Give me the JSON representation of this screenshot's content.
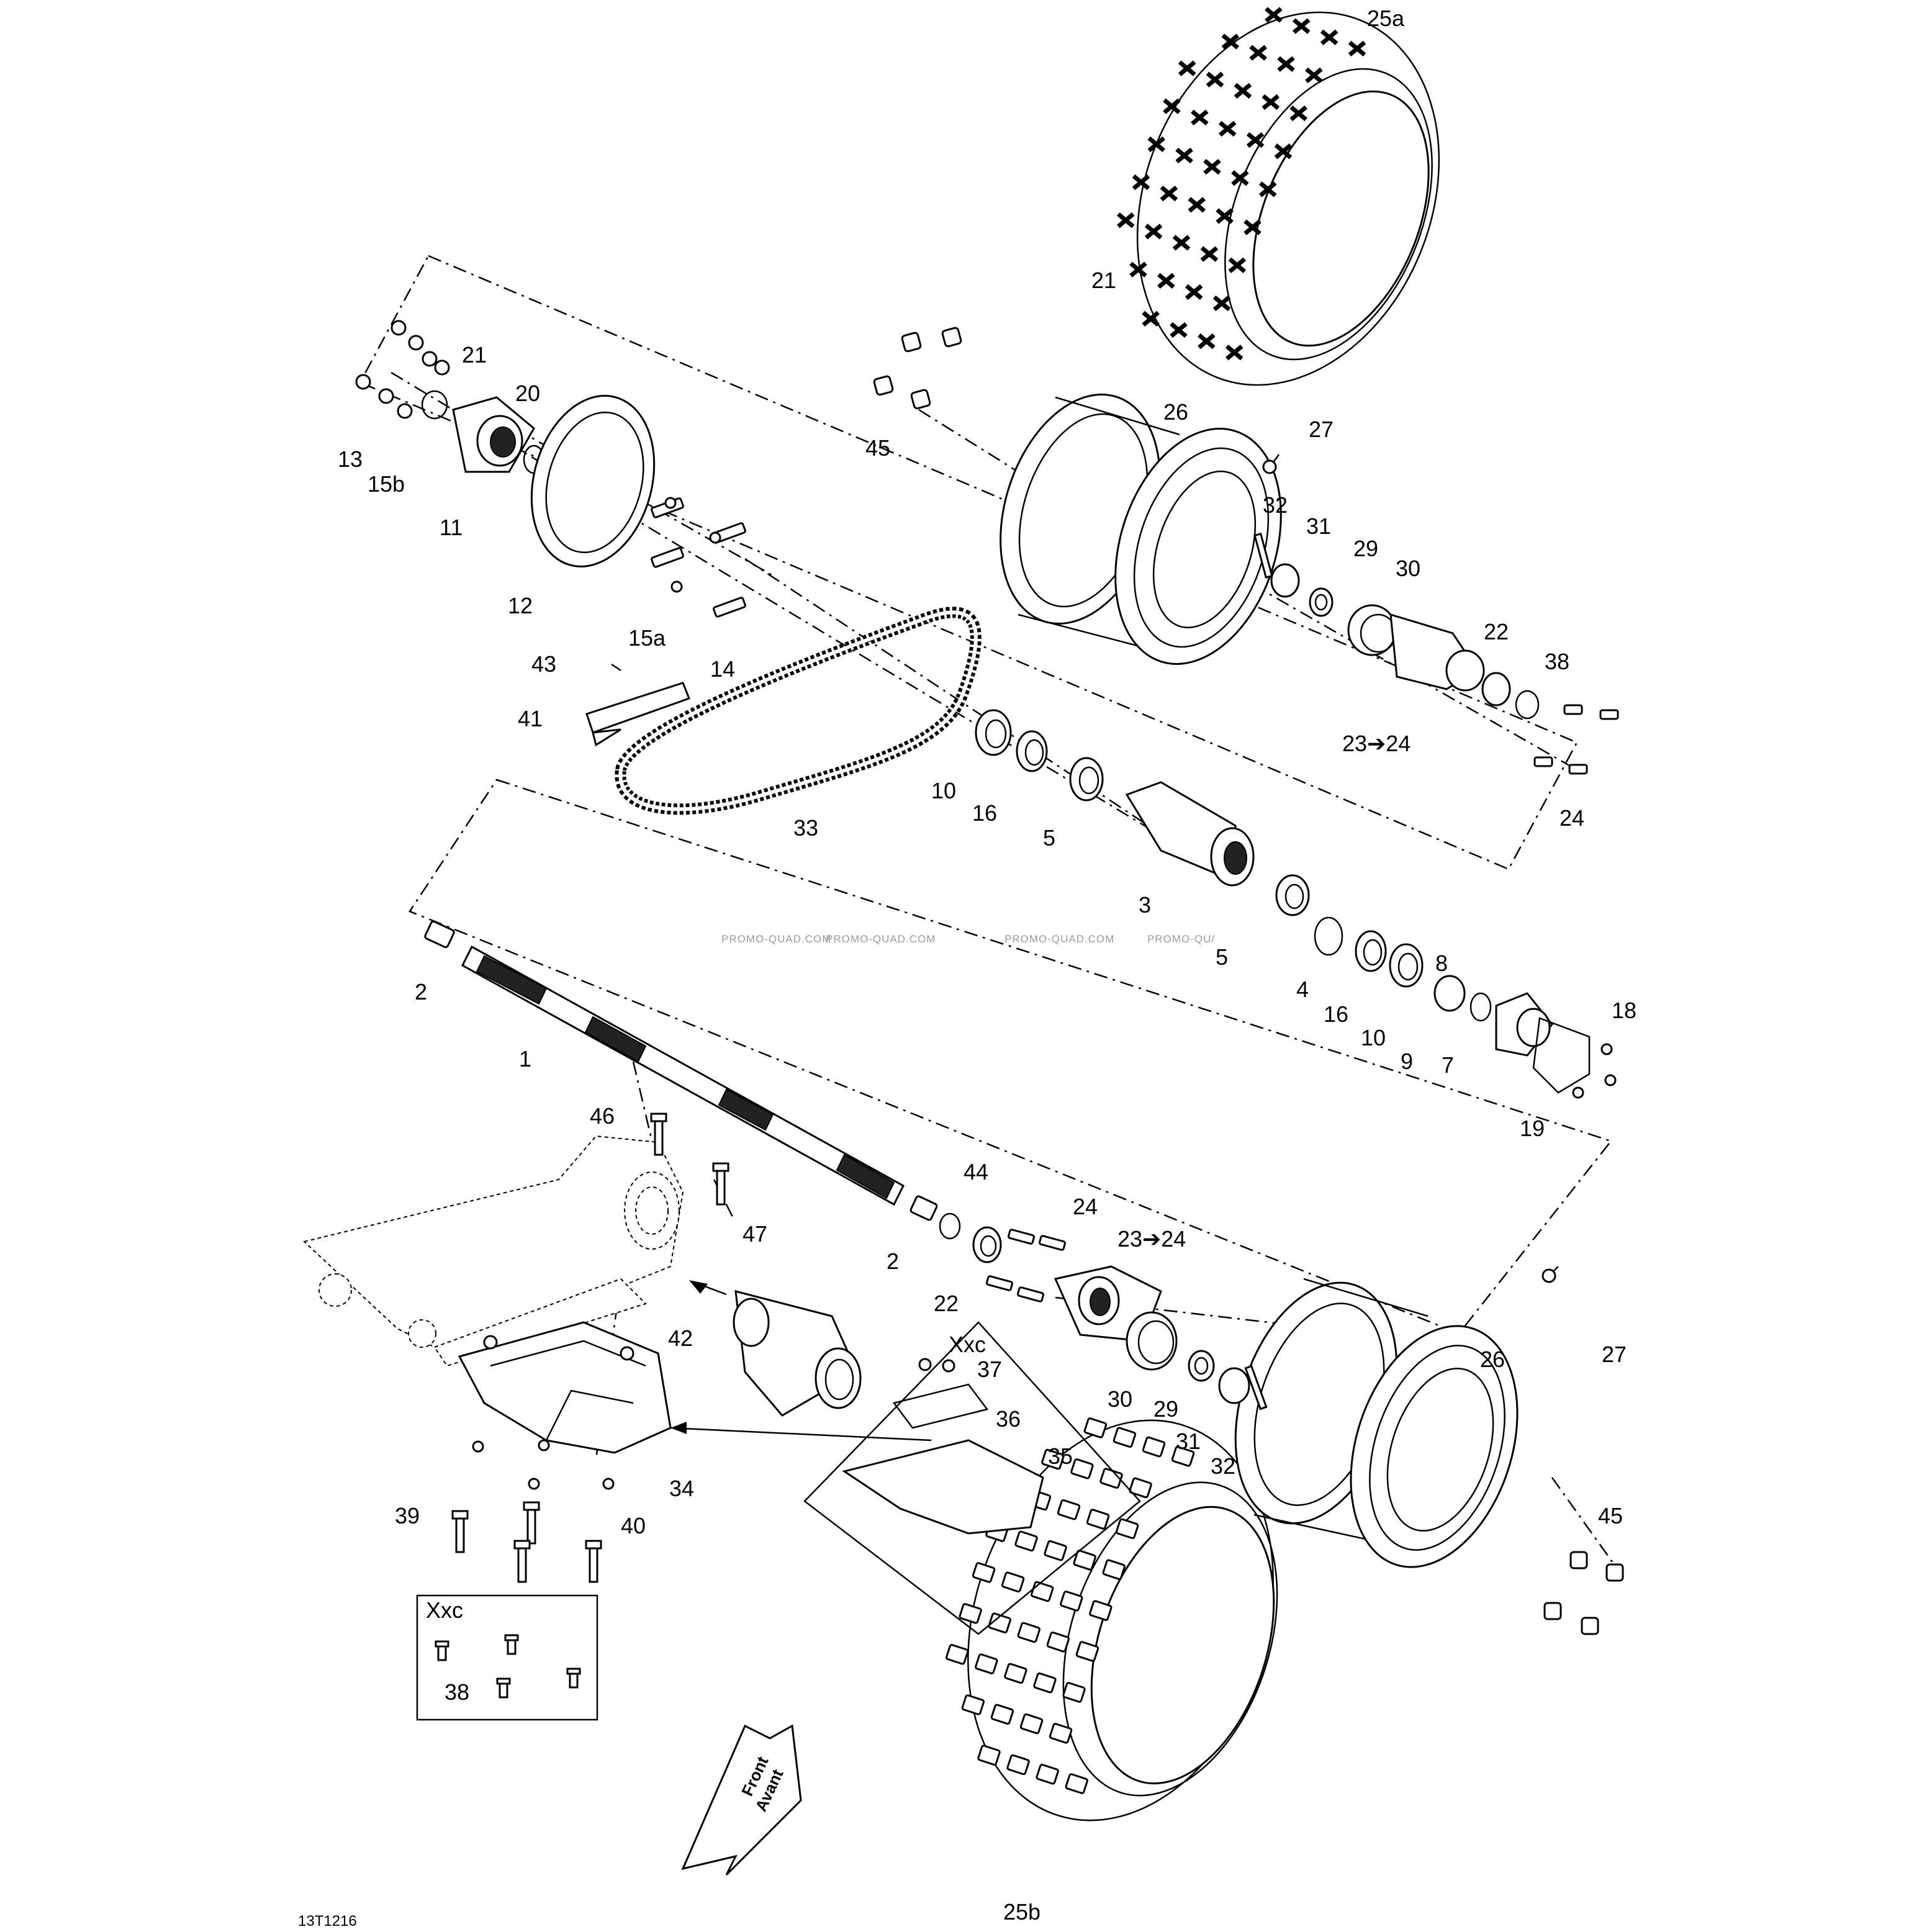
{
  "diagram_id": "13T1216",
  "watermark": [
    "PROMO-QUAD.COM",
    "PROMO-QUAD.COM",
    "PROMO-QUAD.COM",
    "PROMO-QU/"
  ],
  "front_arrow": {
    "line1": "Front",
    "line2": "Avant"
  },
  "callouts": {
    "c1": "1",
    "c2a": "2",
    "c2b": "2",
    "c3": "3",
    "c4": "4",
    "c5a": "5",
    "c5b": "5",
    "c7": "7",
    "c8": "8",
    "c9": "9",
    "c10a": "10",
    "c10b": "10",
    "c11": "11",
    "c12": "12",
    "c13": "13",
    "c14": "14",
    "c15a": "15a",
    "c15b": "15b",
    "c16a": "16",
    "c16b": "16",
    "c18": "18",
    "c19": "19",
    "c20": "20",
    "c21": "21",
    "c22a": "22",
    "c22b": "22",
    "c23a": "23➔24",
    "c23b": "23➔24",
    "c24a": "24",
    "c24b": "24",
    "c25a": "25a",
    "c25b": "25b",
    "c26a": "26",
    "c26b": "26",
    "c27a": "27",
    "c27b": "27",
    "c29a": "29",
    "c29b": "29",
    "c30a": "30",
    "c30b": "30",
    "c31a": "31",
    "c31b": "31",
    "c32a": "32",
    "c32b": "32",
    "c33": "33",
    "c34": "34",
    "c35": "35",
    "c36": "36",
    "c37": "37",
    "c38a": "38",
    "c38b": "38",
    "c39": "39",
    "c40": "40",
    "c41": "41",
    "c42": "42",
    "c43": "43",
    "c44": "44",
    "c45a": "45",
    "c45b": "45",
    "c46": "46",
    "c47": "47"
  },
  "inset_boxes": {
    "skid_plate_variant": "Xxc",
    "bolt_variant": "Xxc"
  }
}
